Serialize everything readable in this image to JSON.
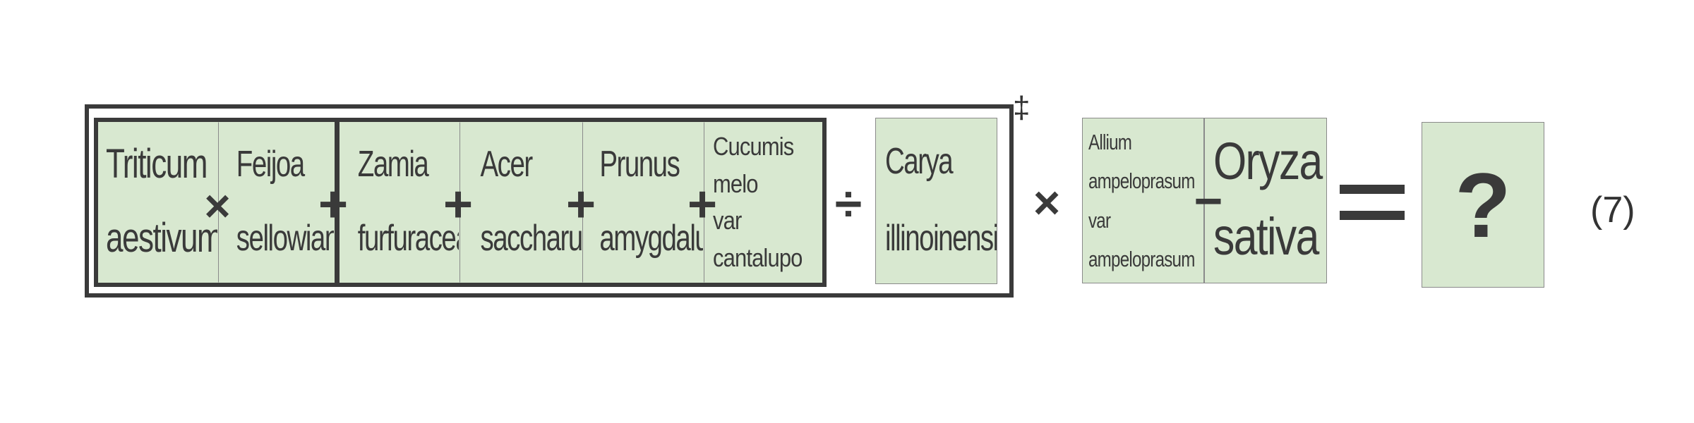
{
  "equation": {
    "group_a": {
      "cells": [
        {
          "lines": [
            "Triticum",
            "aestivum"
          ]
        },
        {
          "lines": [
            "Feijoa",
            "sellowiana"
          ]
        }
      ],
      "operator": "×"
    },
    "plus_between_groups": "+",
    "group_b": {
      "cells": [
        {
          "lines": [
            "Zamia",
            "furfuracea"
          ]
        },
        {
          "lines": [
            "Acer",
            "saccharum"
          ]
        },
        {
          "lines": [
            "Prunus",
            "amygdalus"
          ]
        },
        {
          "lines": [
            "Cucumis",
            "melo",
            "var",
            "cantalupo"
          ]
        }
      ],
      "operators": [
        "+",
        "+",
        "+"
      ]
    },
    "divide": "÷",
    "divisor": {
      "lines": [
        "Carya",
        "illinoinensis"
      ]
    },
    "bracket_mark": "‡",
    "multiply": "×",
    "group_c": {
      "cells": [
        {
          "lines": [
            "Allium",
            "ampeloprasum",
            "var",
            "ampeloprasum"
          ]
        },
        {
          "lines": [
            "Oryza",
            "sativa"
          ]
        }
      ],
      "operator": "−"
    },
    "equals": "=",
    "answer": "?",
    "number": "(7)"
  }
}
